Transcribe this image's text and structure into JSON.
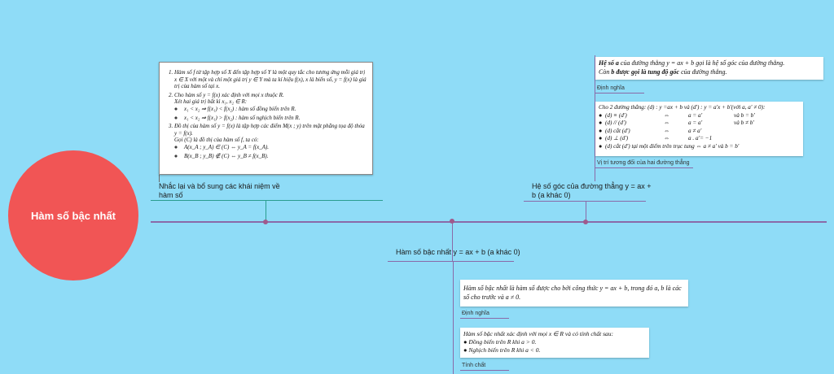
{
  "central": {
    "label": "Hàm số bậc nhất"
  },
  "branch_left": {
    "label_line1": "Nhắc lại và bổ sung các khái niệm về",
    "label_line2": "hàm số"
  },
  "branch_right": {
    "label_line1": "Hệ số góc của đường thẳng y = ax +",
    "label_line2": "b (a khác 0)"
  },
  "branch_bottom": {
    "label": "Hàm số bậc nhất y = ax + b (a khác 0)"
  },
  "card_review": {
    "item1": "Hàm số f từ tập hợp số X đến tập hợp số Y là một quy tắc cho tương ứng mỗi giá trị x ∈ X với một và chỉ một giá trị y ∈ Y mà ta kí hiệu f(x), x là biến số, y = f(x) là giá trị của hàm số tại x.",
    "item2_a": "Cho hàm số y = f(x) xác định với mọi x thuộc R.",
    "item2_b": "Xét hai giá trị bất kì x₁, x₂ ∈ R:",
    "item2_c": "x₁ < x₂ ⇒ f(x₁) < f(x₂) : hàm số đồng biến trên R.",
    "item2_d": "x₁ < x₂ ⇒ f(x₁) > f(x₂) : hàm số nghịch biến trên R.",
    "item3_a": "Đồ thị của hàm số y = f(x) là tập hợp các điểm M(x ; y) trên mặt phẳng tọa độ thỏa y = f(x).",
    "item3_b": "Gọi (C) là đồ thị của hàm số f, ta có:",
    "item3_c": "A(x_A ; y_A) ∈ (C) ⇔ y_A = f(x_A).",
    "item3_d": "B(x_B ; y_B) ∉ (C) ⇔ y_B ≠ f(x_B)."
  },
  "card_slope_def": {
    "text_a": "Hệ số a",
    "text_b": " của đường thẳng y = ax + b gọi là hệ số góc của đường thẳng.",
    "text_c": "Còn ",
    "text_d": "b được gọi là tung độ gốc",
    "text_e": " của đường thẳng.",
    "caption": "Định nghĩa"
  },
  "card_positions": {
    "intro": "Cho 2 đường thẳng: (d) : y =ax + b và (d') : y = a'x + b'(với a, a' ≠ 0):",
    "rows": [
      {
        "c1": "(d) ≡ (d')",
        "c2": "⇔",
        "c3": "a = a'",
        "c4": "và  b = b'"
      },
      {
        "c1": "(d) // (d')",
        "c2": "⇔",
        "c3": "a = a'",
        "c4": "và  b ≠ b'"
      },
      {
        "c1": "(d) cắt (d')",
        "c2": "⇔",
        "c3": "a ≠ a'",
        "c4": ""
      },
      {
        "c1": "(d) ⊥ (d')",
        "c2": "⇔",
        "c3": "a . a'= −1",
        "c4": ""
      }
    ],
    "last": "(d) cắt (d') tại một điểm trên trục tung ⇔ a ≠ a' và b = b'",
    "caption": "Vị trí tương đối của hai đường thẳng"
  },
  "card_linear_def": {
    "text": "Hàm số bậc nhất là hàm số được cho bởi công thức y = ax + b, trong đó a, b là các số cho trước và a ≠ 0.",
    "caption": "Định nghĩa"
  },
  "card_properties": {
    "intro": "Hàm số bậc nhất xác định với mọi x ∈ R và có tính chất sau:",
    "p1": "Đồng biến trên R khi a > 0.",
    "p2": "Nghịch biến trên R khi a < 0.",
    "caption": "Tính chất"
  },
  "colors": {
    "background": "#8fdcf7",
    "central": "#f15555",
    "branch_line": "#8a6aa8",
    "left_branch": "#2a9d8f"
  }
}
